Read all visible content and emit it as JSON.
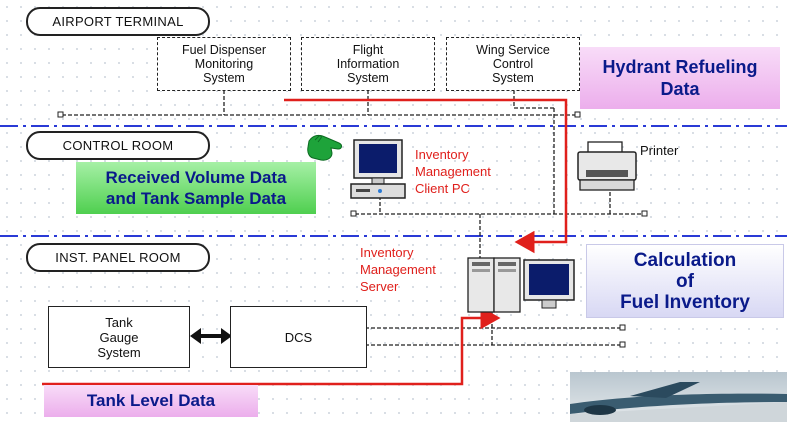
{
  "zones": {
    "airport": "AIRPORT TERMINAL",
    "control": "CONTROL ROOM",
    "inst": "INST. PANEL ROOM"
  },
  "systems": {
    "fuel_dispenser": "Fuel Dispenser\nMonitoring\nSystem",
    "flight_info": "Flight\nInformation\nSystem",
    "wing_service": "Wing Service\nControl\nSystem"
  },
  "equipment": {
    "tank_gauge": "Tank\nGauge\nSystem",
    "dcs": "DCS",
    "printer": "Printer",
    "client_pc": "Inventory\nManagement\nClient PC",
    "server": "Inventory\nManagement\nServer"
  },
  "highlights": {
    "hydrant": "Hydrant Refueling\nData",
    "received": "Received Volume Data\nand Tank Sample Data",
    "calculation": "Calculation\nof\nFuel Inventory",
    "tank_level": "Tank Level Data"
  },
  "colors": {
    "data_flow": "#e0201c",
    "zone_divider": "#2a3ad6",
    "hydrant_bg": "#f3c8f3",
    "received_bg": "#7be07b",
    "received_text": "#0a1a8a",
    "calc_text": "#0a1a8a",
    "tank_level_bg": "#f3c8f3"
  }
}
